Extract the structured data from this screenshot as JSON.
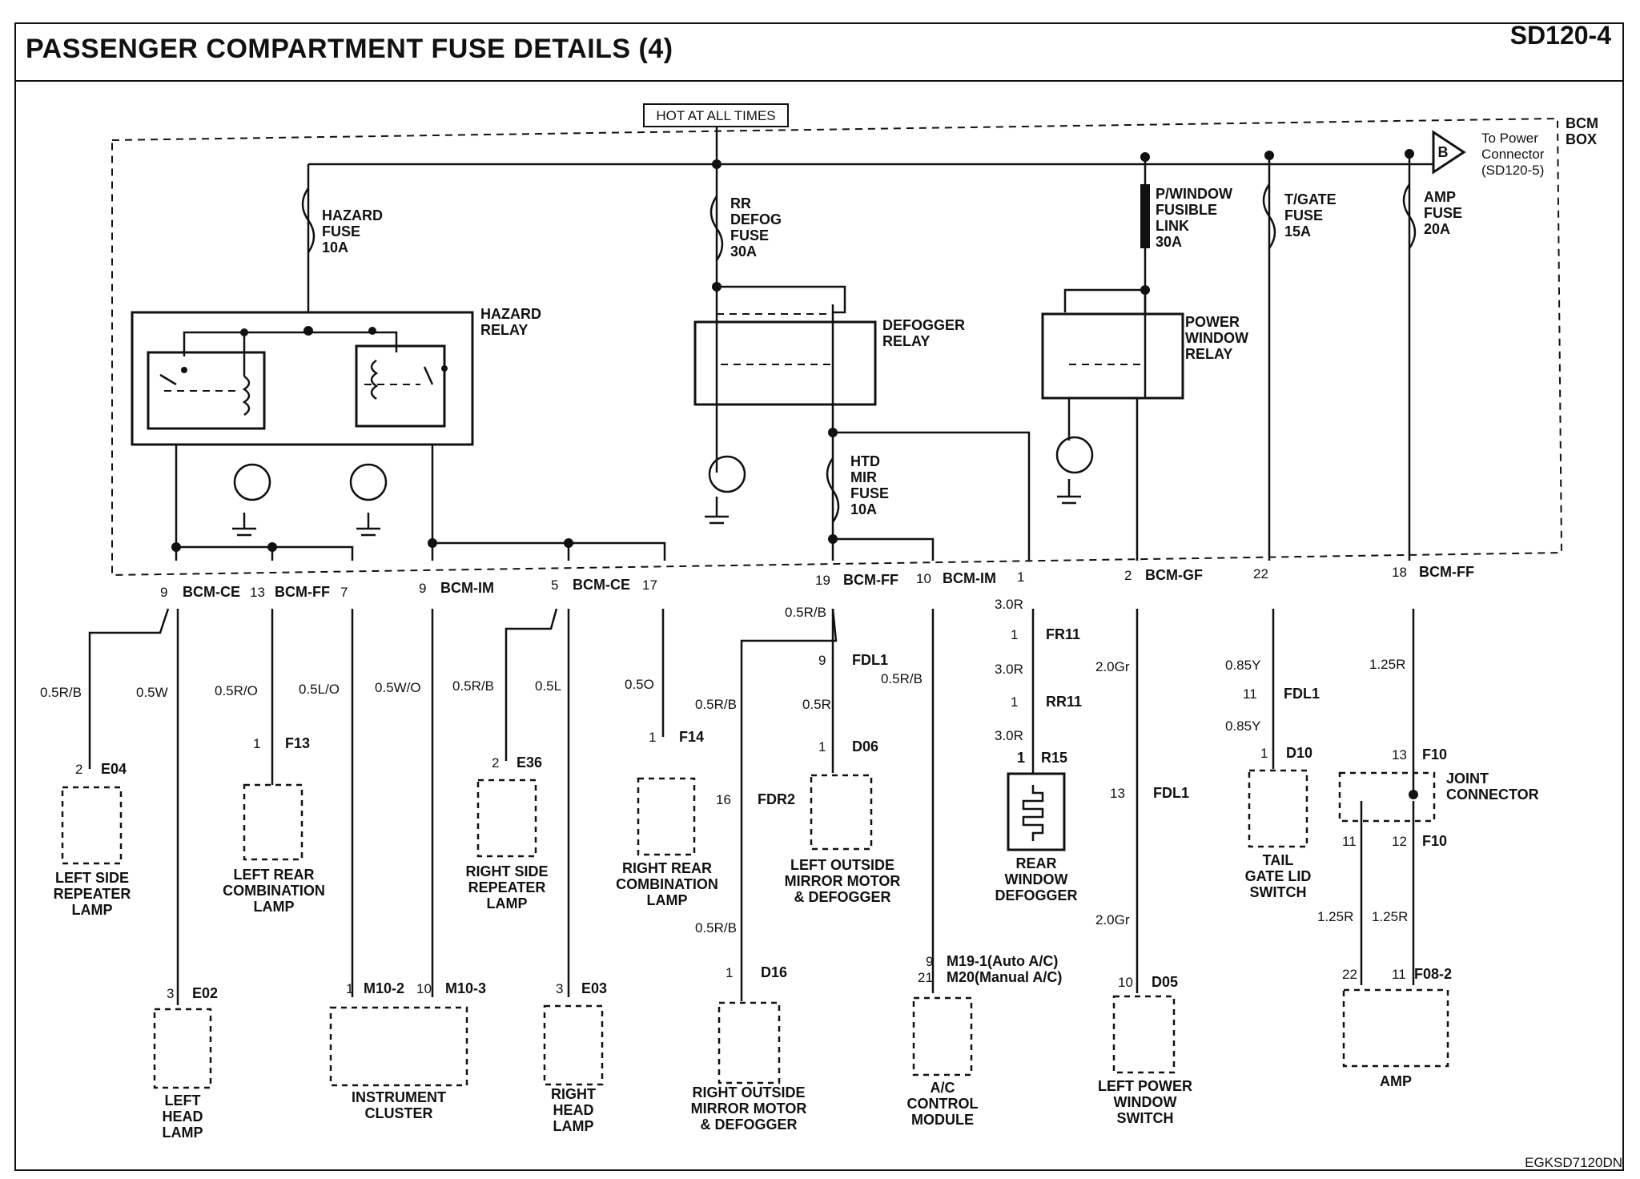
{
  "header": {
    "title": "PASSENGER COMPARTMENT FUSE DETAILS (4)",
    "code": "SD120-4"
  },
  "footer": {
    "code": "EGKSD7120DN"
  },
  "top": {
    "hot_label": "HOT AT ALL TIMES",
    "bcm_label": [
      "BCM",
      "BOX"
    ],
    "power_connector_symbol": "B",
    "power_connector_label": [
      "To Power",
      "Connector",
      "(SD120-5)"
    ]
  },
  "fuses": [
    {
      "lines": [
        "HAZARD",
        "FUSE",
        "10A"
      ]
    },
    {
      "lines": [
        "RR",
        "DEFOG",
        "FUSE",
        "30A"
      ]
    },
    {
      "lines": [
        "P/WINDOW",
        "FUSIBLE",
        "LINK",
        "30A"
      ]
    },
    {
      "lines": [
        "T/GATE",
        "FUSE",
        "15A"
      ]
    },
    {
      "lines": [
        "AMP",
        "FUSE",
        "20A"
      ]
    },
    {
      "lines": [
        "HTD",
        "MIR",
        "FUSE",
        "10A"
      ]
    }
  ],
  "relays": [
    {
      "lines": [
        "HAZARD",
        "RELAY"
      ]
    },
    {
      "lines": [
        "DEFOGGER",
        "RELAY"
      ]
    },
    {
      "lines": [
        "POWER",
        "WINDOW",
        "RELAY"
      ]
    }
  ],
  "bcm_pins": [
    {
      "pin": "9",
      "name": "BCM-CE"
    },
    {
      "pin": "13",
      "name": "BCM-FF"
    },
    {
      "pin": "7",
      "name": ""
    },
    {
      "pin": "9",
      "name": "BCM-IM"
    },
    {
      "pin": "5",
      "name": "BCM-CE"
    },
    {
      "pin": "17",
      "name": ""
    },
    {
      "pin": "19",
      "name": "BCM-FF"
    },
    {
      "pin": "10",
      "name": "BCM-IM"
    },
    {
      "pin": "1",
      "name": ""
    },
    {
      "pin": "2",
      "name": "BCM-GF"
    },
    {
      "pin": "22",
      "name": ""
    },
    {
      "pin": "18",
      "name": "BCM-FF"
    }
  ],
  "wires": [
    {
      "label": "0.5R/B"
    },
    {
      "label": "0.5W"
    },
    {
      "label": "0.5R/O"
    },
    {
      "label": "0.5L/O"
    },
    {
      "label": "0.5W/O"
    },
    {
      "label": "0.5R/B"
    },
    {
      "label": "0.5L"
    },
    {
      "label": "0.5O"
    },
    {
      "label": "0.5R/B"
    },
    {
      "label": "0.5R/B"
    },
    {
      "label": "0.5R"
    },
    {
      "label": "0.5R/B"
    },
    {
      "label": "0.5R/B"
    },
    {
      "label": "3.0R"
    },
    {
      "label": "3.0R"
    },
    {
      "label": "3.0R"
    },
    {
      "label": "2.0Gr"
    },
    {
      "label": "2.0Gr"
    },
    {
      "label": "0.85Y"
    },
    {
      "label": "0.85Y"
    },
    {
      "label": "1.25R"
    },
    {
      "label": "1.25R"
    },
    {
      "label": "1.25R"
    }
  ],
  "connectors": [
    {
      "pin": "2",
      "name": "E04"
    },
    {
      "pin": "1",
      "name": "F13"
    },
    {
      "pin": "2",
      "name": "E36"
    },
    {
      "pin": "1",
      "name": "F14"
    },
    {
      "pin": "9",
      "name": "FDL1"
    },
    {
      "pin": "1",
      "name": "D06"
    },
    {
      "pin": "16",
      "name": "FDR2"
    },
    {
      "pin": "1",
      "name": "D16"
    },
    {
      "pin": "1",
      "name": "FR11"
    },
    {
      "pin": "1",
      "name": "RR11"
    },
    {
      "pin": "1",
      "name": "R15"
    },
    {
      "pin": "13",
      "name": "FDL1"
    },
    {
      "pin": "10",
      "name": "D05"
    },
    {
      "pin": "11",
      "name": "FDL1"
    },
    {
      "pin": "1",
      "name": "D10"
    },
    {
      "pin": "13",
      "name": "F10"
    },
    {
      "pin": "11",
      "name": ""
    },
    {
      "pin": "12",
      "name": "F10"
    },
    {
      "pin": "22",
      "name": ""
    },
    {
      "pin": "11",
      "name": "F08-2"
    },
    {
      "pin": "3",
      "name": "E02"
    },
    {
      "pin": "1",
      "name": "M10-2"
    },
    {
      "pin": "10",
      "name": "M10-3"
    },
    {
      "pin": "3",
      "name": "E03"
    },
    {
      "pin": "9",
      "name": "M19-1(Auto A/C)"
    },
    {
      "pin": "21",
      "name": "M20(Manual A/C)"
    }
  ],
  "joint_connector": {
    "lines": [
      "JOINT",
      "CONNECTOR"
    ]
  },
  "components": [
    {
      "lines": [
        "LEFT SIDE",
        "REPEATER",
        "LAMP"
      ]
    },
    {
      "lines": [
        "LEFT REAR",
        "COMBINATION",
        "LAMP"
      ]
    },
    {
      "lines": [
        "RIGHT SIDE",
        "REPEATER",
        "LAMP"
      ]
    },
    {
      "lines": [
        "RIGHT REAR",
        "COMBINATION",
        "LAMP"
      ]
    },
    {
      "lines": [
        "LEFT OUTSIDE",
        "MIRROR MOTOR",
        "& DEFOGGER"
      ]
    },
    {
      "lines": [
        "REAR",
        "WINDOW",
        "DEFOGGER"
      ]
    },
    {
      "lines": [
        "TAIL",
        "GATE LID",
        "SWITCH"
      ]
    },
    {
      "lines": [
        "LEFT",
        "HEAD",
        "LAMP"
      ]
    },
    {
      "lines": [
        "INSTRUMENT",
        "CLUSTER"
      ]
    },
    {
      "lines": [
        "RIGHT",
        "HEAD",
        "LAMP"
      ]
    },
    {
      "lines": [
        "RIGHT OUTSIDE",
        "MIRROR MOTOR",
        "& DEFOGGER"
      ]
    },
    {
      "lines": [
        "A/C",
        "CONTROL",
        "MODULE"
      ]
    },
    {
      "lines": [
        "LEFT POWER",
        "WINDOW",
        "SWITCH"
      ]
    },
    {
      "lines": [
        "AMP"
      ]
    }
  ]
}
